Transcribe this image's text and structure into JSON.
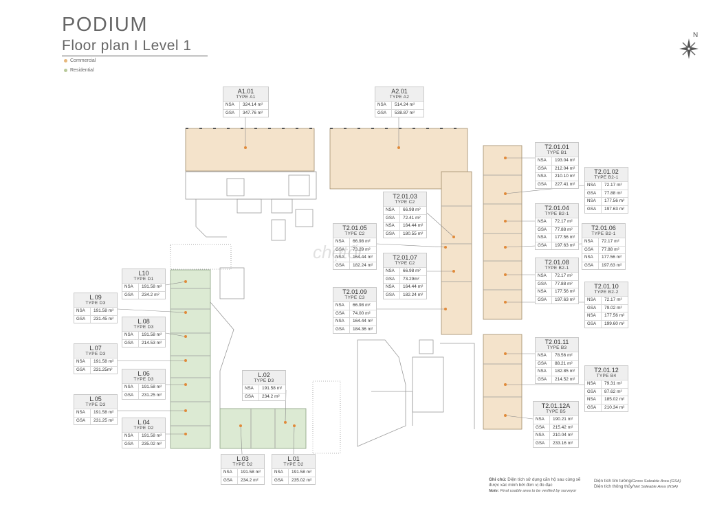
{
  "header": {
    "title": "PODIUM",
    "subtitle": "Floor plan I  Level 1"
  },
  "legend": [
    {
      "label": "Commercial",
      "color": "#e6b77c"
    },
    {
      "label": "Residential",
      "color": "#b8c99a"
    }
  ],
  "colors": {
    "commercial_fill": "#f4e3cb",
    "residential_fill": "#dcead3",
    "marker": "#e08a3a",
    "leader": "#8a8a8a"
  },
  "compass": {
    "north_label": "N"
  },
  "watermark": "chợtốt",
  "units": [
    {
      "id": "A1.01",
      "type": "TYPE A1",
      "rows": [
        [
          "NSA",
          "324.14 m²"
        ],
        [
          "GSA",
          "347.76 m²"
        ]
      ]
    },
    {
      "id": "A2.01",
      "type": "TYPE A2",
      "rows": [
        [
          "NSA",
          "514.24 m²"
        ],
        [
          "GSA",
          "538.87 m²"
        ]
      ]
    },
    {
      "id": "T2.01.01",
      "type": "TYPE B1",
      "rows": [
        [
          "NSA",
          "193.04 m²"
        ],
        [
          "GSA",
          "212.04 m²"
        ],
        [
          "NSA",
          "210.10 m²"
        ],
        [
          "GSA",
          "227.41 m²"
        ]
      ]
    },
    {
      "id": "T2.01.02",
      "type": "TYPE B2-1",
      "rows": [
        [
          "NSA",
          "72.17 m²"
        ],
        [
          "GSA",
          "77.88 m²"
        ],
        [
          "NSA",
          "177.56 m²"
        ],
        [
          "GSA",
          "197.63 m²"
        ]
      ]
    },
    {
      "id": "T2.01.03",
      "type": "TYPE C2",
      "rows": [
        [
          "NSA",
          "66.98 m²"
        ],
        [
          "GSA",
          "72.41 m²"
        ],
        [
          "NSA",
          "164.44 m²"
        ],
        [
          "GSA",
          "180.55 m²"
        ]
      ]
    },
    {
      "id": "T2.01.04",
      "type": "TYPE B2-1",
      "rows": [
        [
          "NSA",
          "72.17 m²"
        ],
        [
          "GSA",
          "77.88 m²"
        ],
        [
          "NSA",
          "177.56 m²"
        ],
        [
          "GSA",
          "197.63 m²"
        ]
      ]
    },
    {
      "id": "T2.01.05",
      "type": "TYPE C2",
      "rows": [
        [
          "NSA",
          "66.98 m²"
        ],
        [
          "GSA",
          "73.29 m²"
        ],
        [
          "NSA",
          "164.44 m²"
        ],
        [
          "GSA",
          "182.24 m²"
        ]
      ]
    },
    {
      "id": "T2.01.06",
      "type": "TYPE B2-1",
      "rows": [
        [
          "NSA",
          "72.17 m²"
        ],
        [
          "GSA",
          "77.88 m²"
        ],
        [
          "NSA",
          "177.56 m²"
        ],
        [
          "GSA",
          "197.63 m²"
        ]
      ]
    },
    {
      "id": "T2.01.07",
      "type": "TYPE C2",
      "rows": [
        [
          "NSA",
          "66.98 m²"
        ],
        [
          "GSA",
          "73.29m²"
        ],
        [
          "NSA",
          "164.44 m²"
        ],
        [
          "GSA",
          "182.24 m²"
        ]
      ]
    },
    {
      "id": "T2.01.08",
      "type": "TYPE B2-1",
      "rows": [
        [
          "NSA",
          "72.17 m²"
        ],
        [
          "GSA",
          "77.88 m²"
        ],
        [
          "NSA",
          "177.56 m²"
        ],
        [
          "GSA",
          "197.63 m²"
        ]
      ]
    },
    {
      "id": "T2.01.09",
      "type": "TYPE C3",
      "rows": [
        [
          "NSA",
          "66.98 m²"
        ],
        [
          "GSA",
          "74.00 m²"
        ],
        [
          "NSA",
          "164.44 m²"
        ],
        [
          "GSA",
          "184.36 m²"
        ]
      ]
    },
    {
      "id": "T2.01.10",
      "type": "TYPE B2-2",
      "rows": [
        [
          "NSA",
          "72.17 m²"
        ],
        [
          "GSA",
          "79.02 m²"
        ],
        [
          "NSA",
          "177.56 m²"
        ],
        [
          "GSA",
          "199.60 m²"
        ]
      ]
    },
    {
      "id": "T2.01.11",
      "type": "TYPE B3",
      "rows": [
        [
          "NSA",
          "78.56 m²"
        ],
        [
          "GSA",
          "88.21 m²"
        ],
        [
          "NSA",
          "182.85 m²"
        ],
        [
          "GSA",
          "214.52 m²"
        ]
      ]
    },
    {
      "id": "T2.01.12",
      "type": "TYPE B4",
      "rows": [
        [
          "NSA",
          "79.31 m²"
        ],
        [
          "GSA",
          "87.62 m²"
        ],
        [
          "NSA",
          "185.02 m²"
        ],
        [
          "GSA",
          "210.34 m²"
        ]
      ]
    },
    {
      "id": "T2.01.12A",
      "type": "TYPE B5",
      "rows": [
        [
          "NSA",
          "190.21 m²"
        ],
        [
          "GSA",
          "215.42 m²"
        ],
        [
          "NSA",
          "210.04 m²"
        ],
        [
          "GSA",
          "233.16 m²"
        ]
      ]
    },
    {
      "id": "L10",
      "type": "TYPE D1",
      "rows": [
        [
          "NSA",
          "191.58 m²"
        ],
        [
          "GSA",
          "234.2 m²"
        ]
      ]
    },
    {
      "id": "L.09",
      "type": "TYPE D3",
      "rows": [
        [
          "NSA",
          "191.58 m²"
        ],
        [
          "GSA",
          "231.45 m²"
        ]
      ]
    },
    {
      "id": "L.08",
      "type": "TYPE D3",
      "rows": [
        [
          "NSA",
          "191.58 m²"
        ],
        [
          "GSA",
          "214.53 m²"
        ]
      ]
    },
    {
      "id": "L.07",
      "type": "TYPE D3",
      "rows": [
        [
          "NSA",
          "191.58 m²"
        ],
        [
          "GSA",
          "231.25m²"
        ]
      ]
    },
    {
      "id": "L.06",
      "type": "TYPE D3",
      "rows": [
        [
          "NSA",
          "191.58 m²"
        ],
        [
          "GSA",
          "231.25 m²"
        ]
      ]
    },
    {
      "id": "L.05",
      "type": "TYPE D3",
      "rows": [
        [
          "NSA",
          "191.58 m²"
        ],
        [
          "GSA",
          "231.25 m²"
        ]
      ]
    },
    {
      "id": "L.04",
      "type": "TYPE D2",
      "rows": [
        [
          "NSA",
          "191.58 m²"
        ],
        [
          "GSA",
          "235.02 m²"
        ]
      ]
    },
    {
      "id": "L.02",
      "type": "TYPE D3",
      "rows": [
        [
          "NSA",
          "191.58 m²"
        ],
        [
          "GSA",
          "234.2 m²"
        ]
      ]
    },
    {
      "id": "L.03",
      "type": "TYPE D2",
      "rows": [
        [
          "NSA",
          "191.58 m²"
        ],
        [
          "GSA",
          "234.2 m²"
        ]
      ]
    },
    {
      "id": "L.01",
      "type": "TYPE D2",
      "rows": [
        [
          "NSA",
          "191.58 m²"
        ],
        [
          "GSA",
          "235.02 m²"
        ]
      ]
    }
  ],
  "footnote": {
    "label": "Ghi chú:",
    "vi": "Diện tích sử dụng căn hộ sau cùng sẽ được xác minh bởi đơn vị đo đạc",
    "note_label": "Note:",
    "en": "Final usable area to be verified by surveyor",
    "gsa_vi": "Diện tích tim tường/",
    "gsa_en": "Gross Saleable Area (GSA)",
    "nsa_vi": "Diện tích thông thủy/",
    "nsa_en": "Net Saleable Area (NSA)"
  }
}
